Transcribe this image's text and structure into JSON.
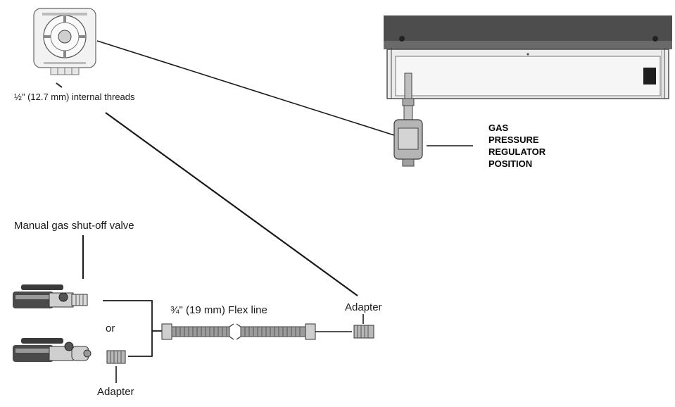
{
  "labels": {
    "thread": "½\" (12.7 mm) internal threads",
    "regulator_line1": "GAS",
    "regulator_line2": "PRESSURE",
    "regulator_line3": "REGULATOR",
    "regulator_line4": "POSITION",
    "shutoff_valve": "Manual gas shut-off valve",
    "or": "or",
    "flex_line": "¾\" (19 mm) Flex line",
    "adapter_right": "Adapter",
    "adapter_bottom": "Adapter"
  },
  "colors": {
    "line": "#1a1a1a",
    "metal": "#9a9a9a",
    "dark": "#3a3a3a",
    "panel": "#e6e6e6"
  }
}
